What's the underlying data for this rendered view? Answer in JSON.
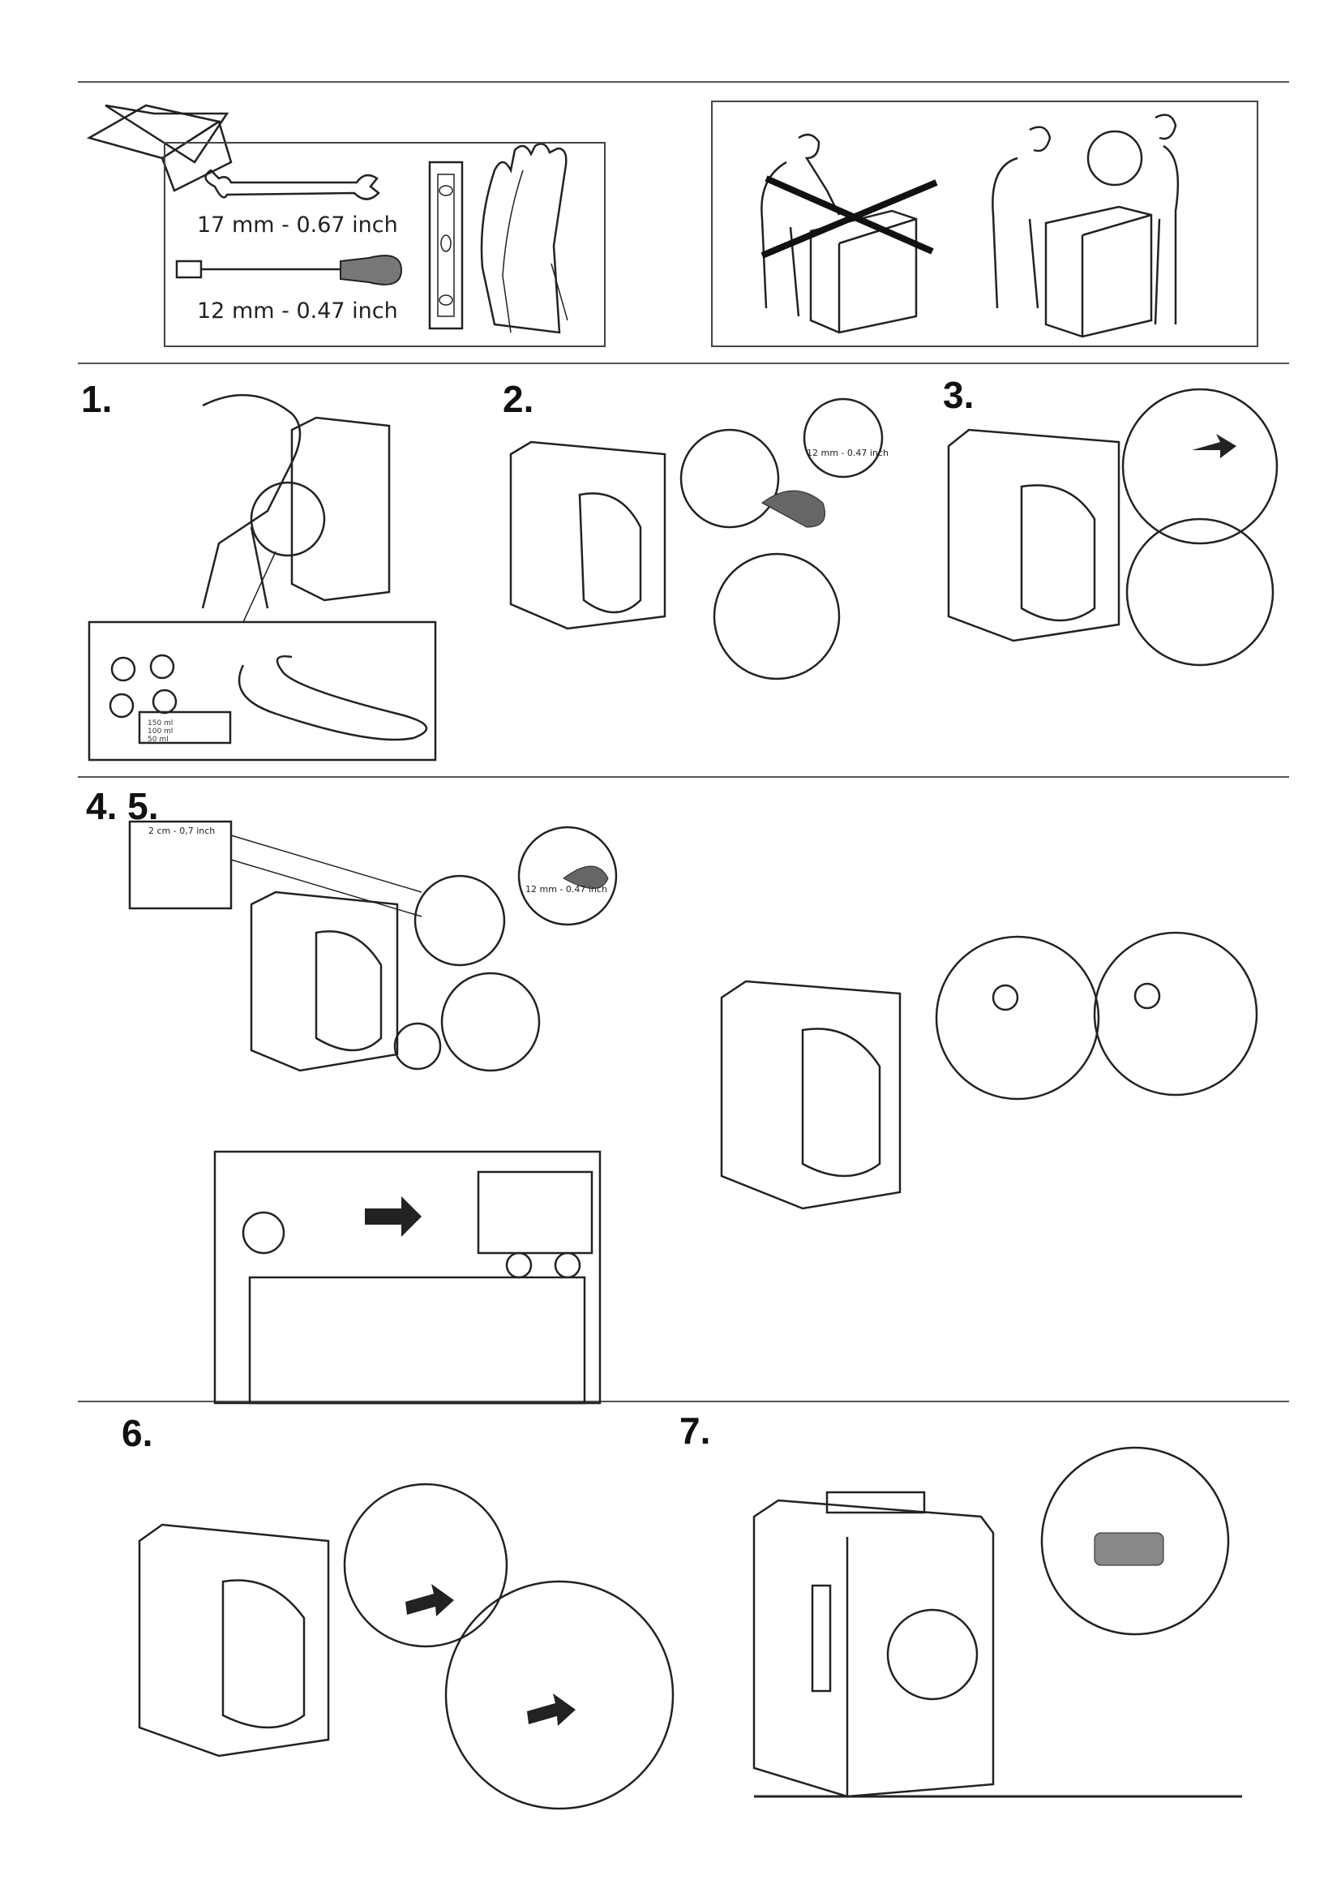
{
  "tools": {
    "wrench_label": "17 mm - 0.67 inch",
    "socket_label": "12 mm - 0.47 inch"
  },
  "steps": {
    "s1": "1.",
    "s2": "2.",
    "s3": "3.",
    "s45": "4. 5.",
    "s6": "6.",
    "s7": "7."
  },
  "step2": {
    "socket_label": "12 mm - 0.47 inch"
  },
  "step45": {
    "distance_label": "2 cm - 0,7 inch",
    "socket_label": "12 mm - 0.47 inch"
  },
  "kit": {
    "measures": [
      "150 ml",
      "100 ml",
      "50 ml"
    ]
  }
}
